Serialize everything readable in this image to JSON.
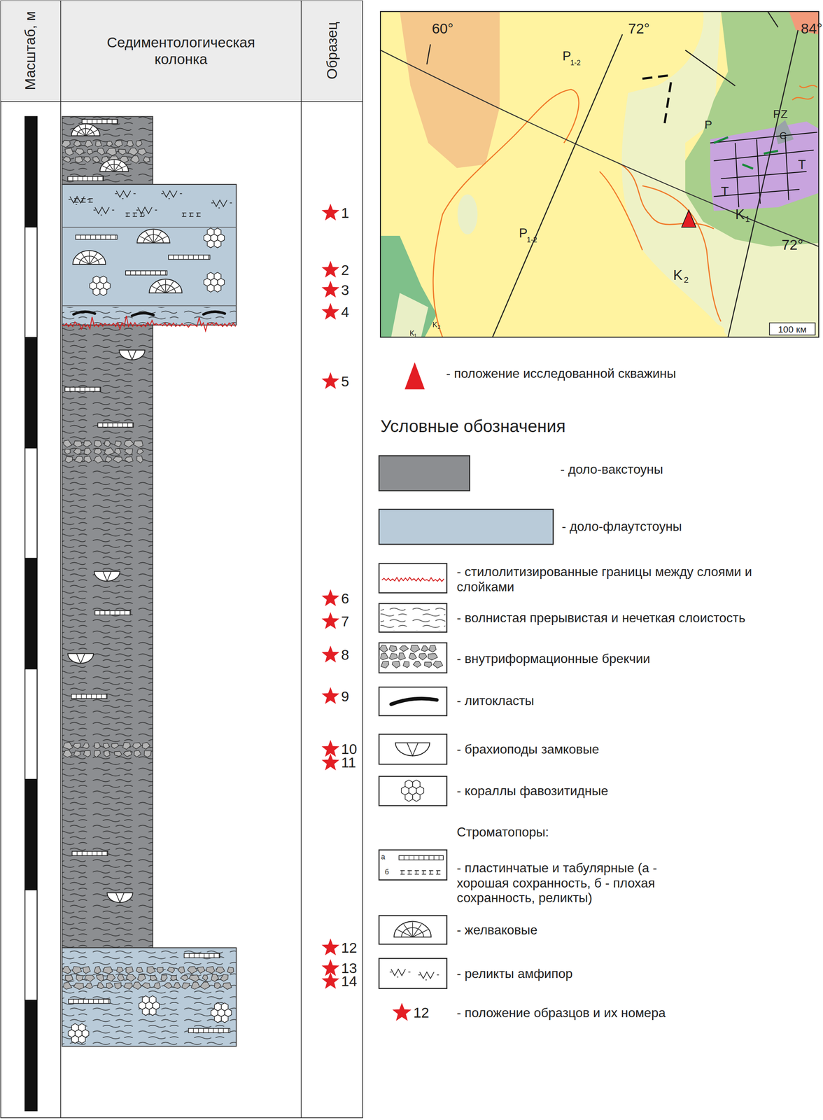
{
  "diagram": {
    "nodes": [
      {
        "text": [
          "Масштаб, м"
        ]
      },
      {
        "text": [
          "Седиментологическая колонка"
        ]
      },
      {
        "text": [
          "Образец"
        ]
      }
    ],
    "labels": [
      "1",
      "2",
      "3",
      "4",
      "5",
      "6",
      "7",
      "8",
      "9",
      "10",
      "11",
      "12",
      "13",
      "14",
      "60°",
      "72°",
      "84°",
      "P",
      "1-2",
      "P",
      "1-2",
      "PZ",
      "P",
      "C",
      "T",
      "T",
      "K",
      "1",
      "72°",
      "K",
      "2",
      "K",
      "1",
      "K",
      "2",
      "100 км",
      "Условные обозначения",
      "Строматопоры:",
      "а",
      "б",
      "12"
    ],
    "legend": [
      {
        "text": "- положение исследованной скважины"
      },
      {
        "text": "- доло-вакстоуны",
        "color": "#8c8e91"
      },
      {
        "text": "- доло-флаутстоуны",
        "color": "#b9cbd9"
      },
      {
        "text": "- стилолитизированные границы между слоями и слойками"
      },
      {
        "text": "- волнистая прерывистая и нечеткая слоистость"
      },
      {
        "text": "- внутриформационные брекчии"
      },
      {
        "text": "- литокласты"
      },
      {
        "text": "- брахиоподы замковые"
      },
      {
        "text": "- кораллы фавозитидные"
      },
      {
        "text": "- пластинчатые и табулярные (а - хорошая сохранность, б - плохая сохранность, реликты)"
      },
      {
        "text": "- желваковые"
      },
      {
        "text": "- реликты амфипор"
      },
      {
        "text": "- положение образцов и их номера"
      }
    ]
  }
}
